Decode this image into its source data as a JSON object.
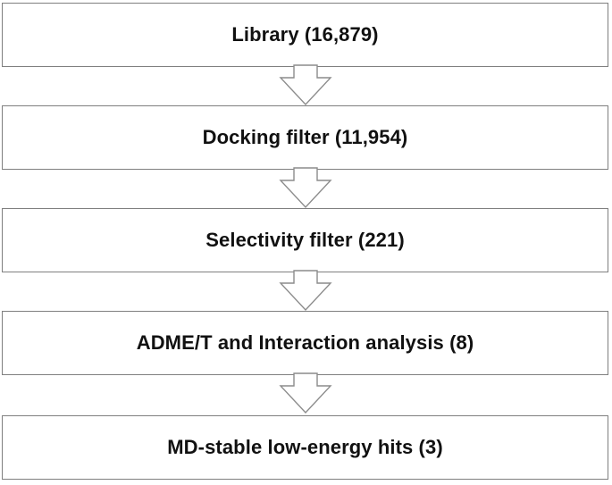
{
  "stages": [
    {
      "label": "Library (16,879)"
    },
    {
      "label": "Docking filter (11,954)"
    },
    {
      "label": "Selectivity filter (221)"
    },
    {
      "label": "ADME/T and Interaction analysis (8)"
    },
    {
      "label": "MD-stable low-energy hits (3)"
    }
  ],
  "colors": {
    "box_border": "#7f7f7f",
    "arrow_border": "#8c8c8c",
    "text": "#111111",
    "background": "#ffffff"
  }
}
